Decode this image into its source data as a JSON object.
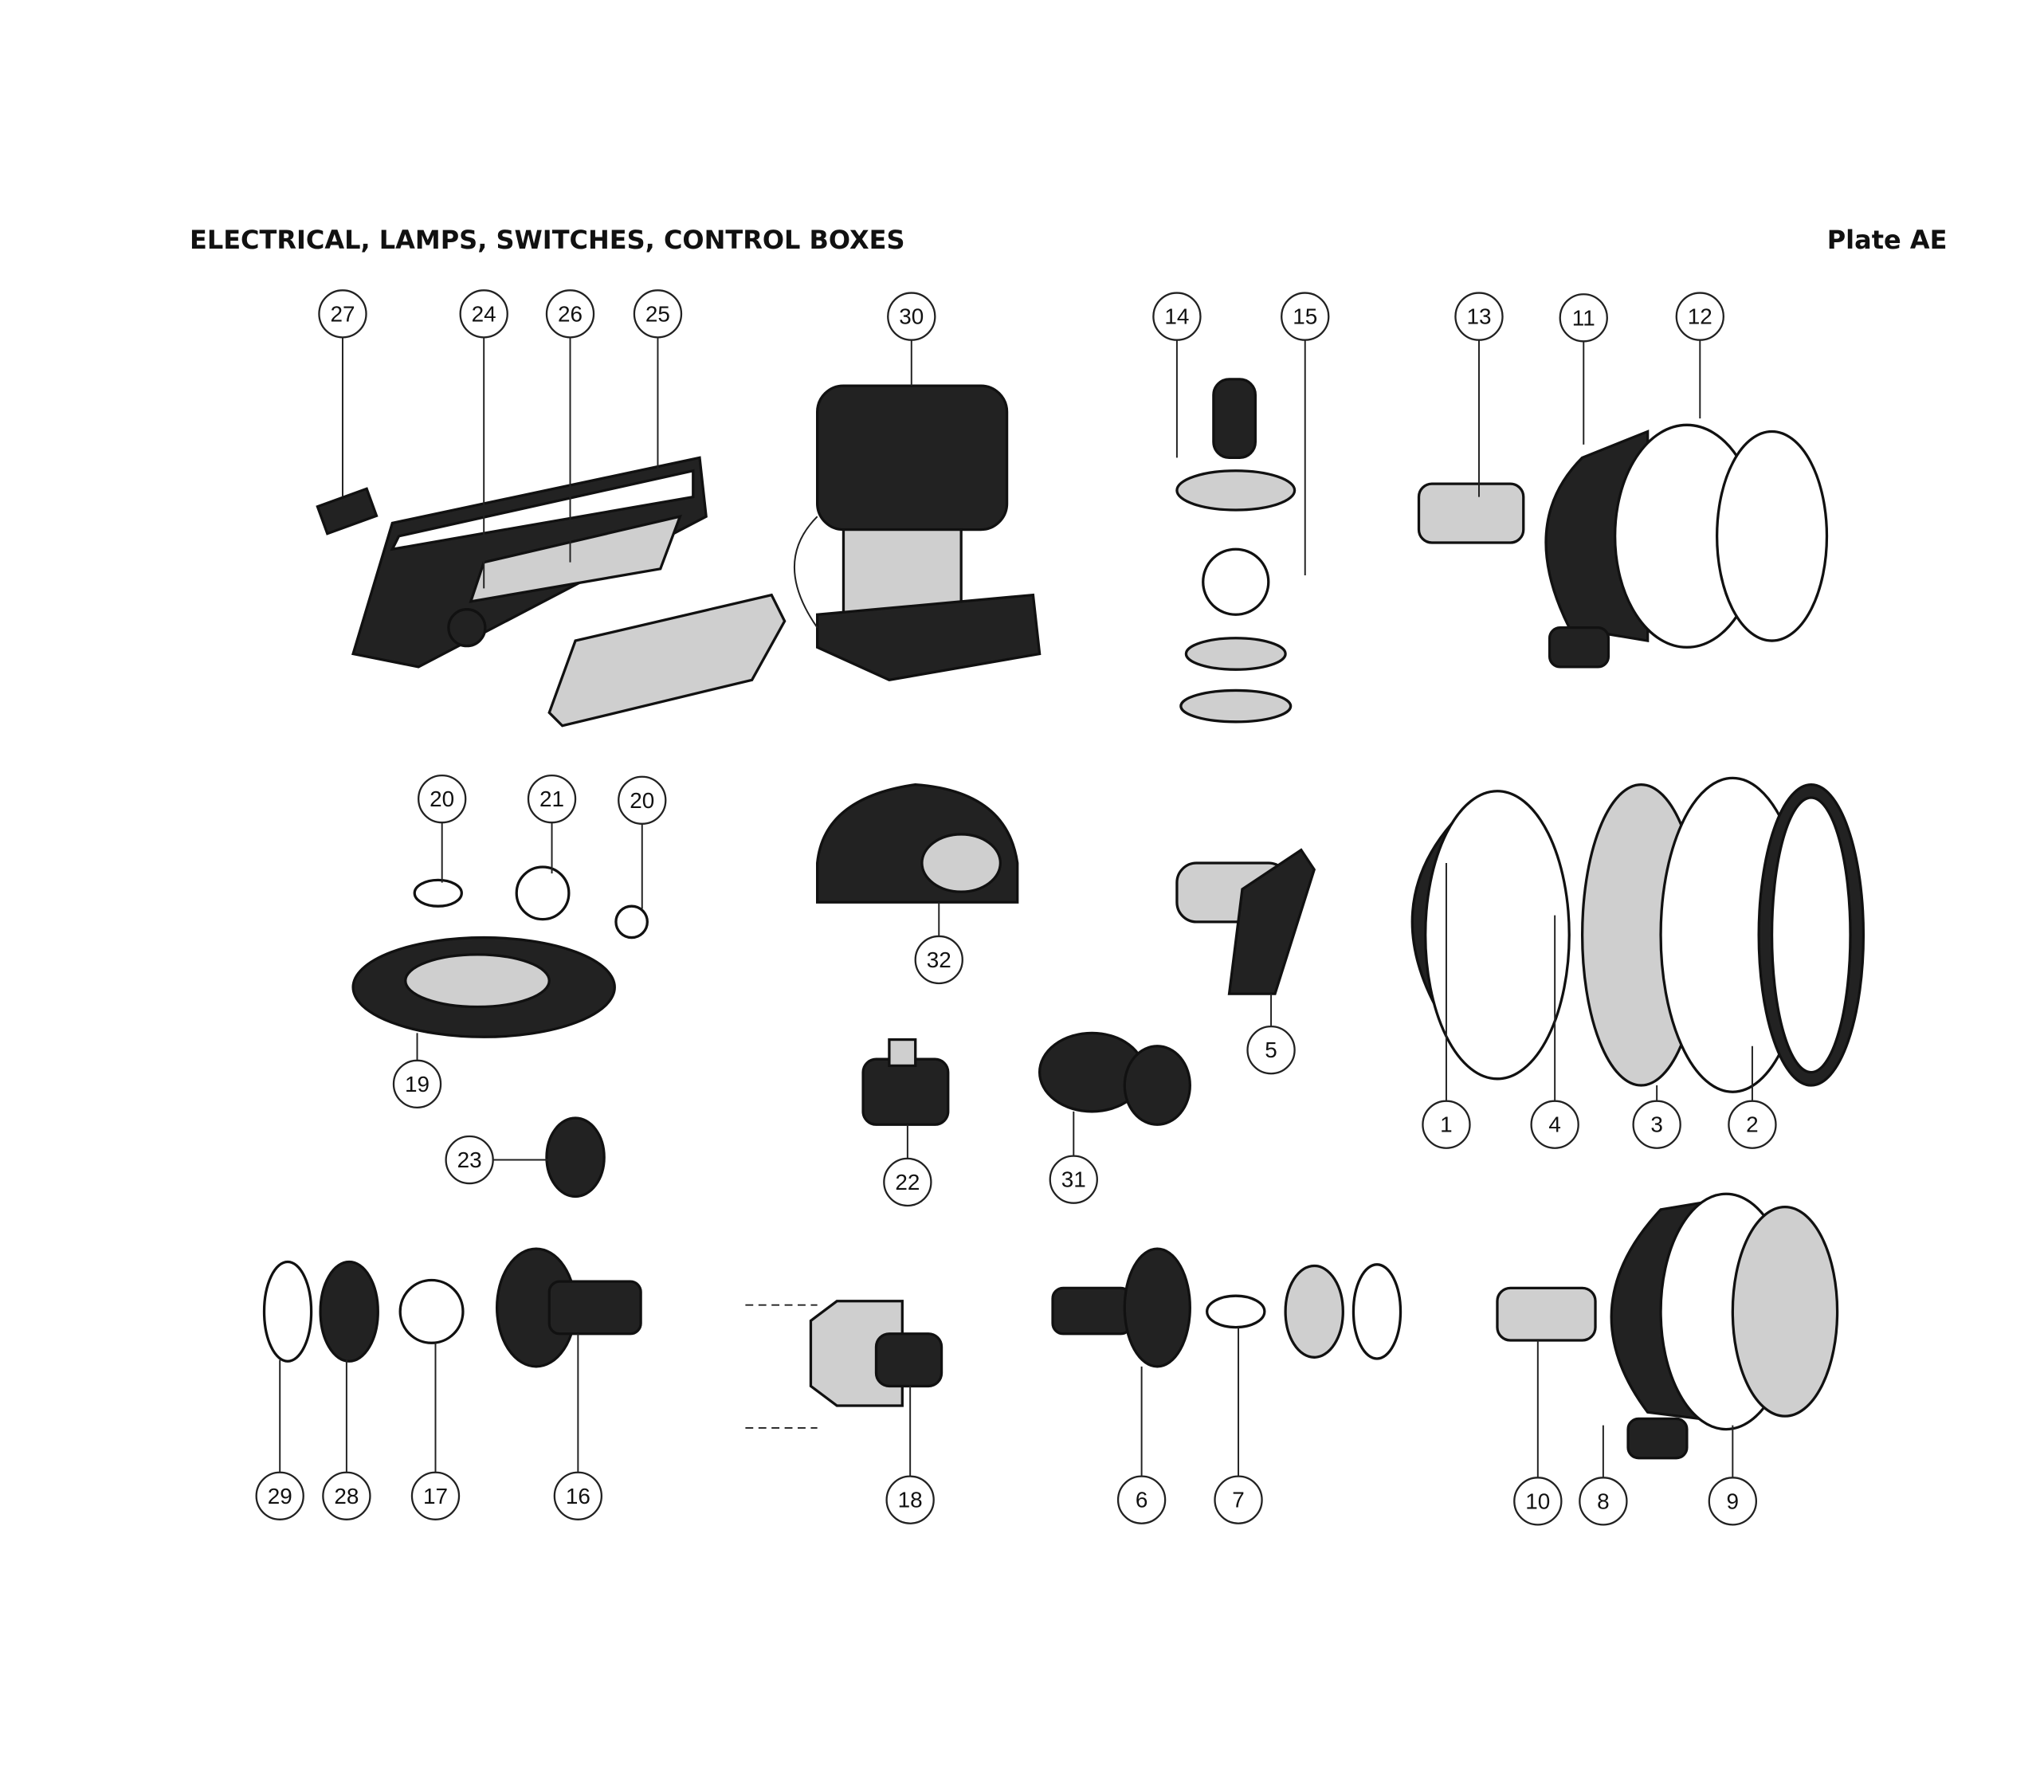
{
  "title": "ELECTRICAL, LAMPS, SWITCHES, CONTROL BOXES",
  "plate": "Plate AE",
  "callouts": [
    "27",
    "24",
    "26",
    "25",
    "30",
    "14",
    "15",
    "13",
    "11",
    "12",
    "20",
    "21",
    "20",
    "32",
    "5",
    "19",
    "1",
    "4",
    "3",
    "2",
    "23",
    "22",
    "31",
    "29",
    "28",
    "17",
    "16",
    "18",
    "6",
    "7",
    "10",
    "8",
    "9"
  ]
}
